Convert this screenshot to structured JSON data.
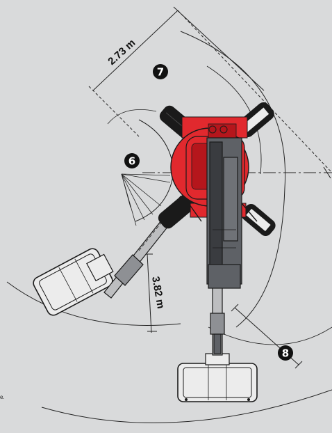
{
  "dimensions": {
    "tail_swing_label": "2.73 m",
    "jib_swing_label": "3.82 m"
  },
  "markers": {
    "m6": "6",
    "m7": "7",
    "m8": "8"
  },
  "footnote": "e.",
  "colors": {
    "chassis": "#e1292e",
    "chassis_dark": "#b5161c",
    "boom": "#5e6166",
    "boom_dark": "#3a3c40",
    "tire": "#1a1a1a",
    "background": "#d9dadb",
    "line": "#222222"
  }
}
